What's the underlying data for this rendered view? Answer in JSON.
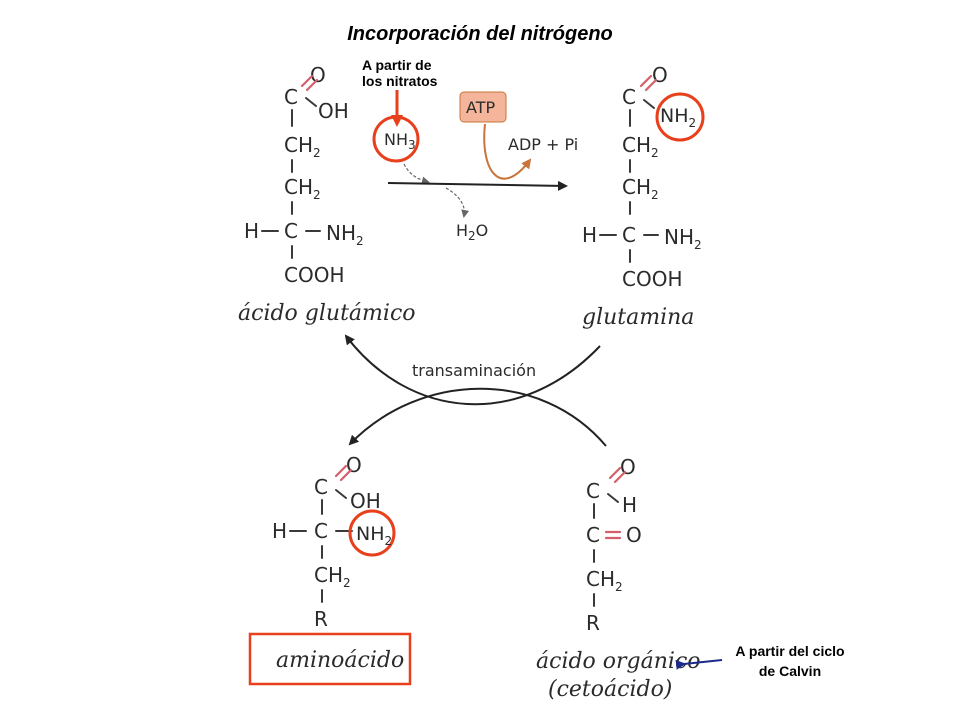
{
  "title": "Incorporación del nitrógeno",
  "notes": {
    "nitrates_line1": "A partir de",
    "nitrates_line2": "los nitratos",
    "calvin_line1": "A partir del ciclo",
    "calvin_line2": "de Calvin"
  },
  "molecules": {
    "glutamic": {
      "name": "ácido glutámico",
      "o_top": "O",
      "c_carboxyl": "C",
      "oh": "OH",
      "ch2_a": "CH",
      "ch2_a_sub": "2",
      "ch2_b": "CH",
      "ch2_b_sub": "2",
      "h": "H",
      "c_alpha": "C",
      "nh2": "NH",
      "nh2_sub": "2",
      "cooh": "COOH"
    },
    "glutamine": {
      "name": "glutamina",
      "o_top": "O",
      "c_carboxyl": "C",
      "nh2_amide": "NH",
      "nh2_amide_sub": "2",
      "ch2_a": "CH",
      "ch2_a_sub": "2",
      "ch2_b": "CH",
      "ch2_b_sub": "2",
      "h": "H",
      "c_alpha": "C",
      "nh2": "NH",
      "nh2_sub": "2",
      "cooh": "COOH"
    },
    "aminoacid": {
      "name": "aminoácido",
      "o_top": "O",
      "c_carboxyl": "C",
      "oh": "OH",
      "h": "H",
      "c_alpha": "C",
      "nh2": "NH",
      "nh2_sub": "2",
      "ch2": "CH",
      "ch2_sub": "2",
      "r": "R"
    },
    "ketoacid": {
      "name_line1": "ácido orgánico",
      "name_line2": "(cetoácido)",
      "o_top": "O",
      "c_carbonyl": "C",
      "h": "H",
      "c_keto": "C",
      "o_keto": "O",
      "ch2": "CH",
      "ch2_sub": "2",
      "r": "R"
    }
  },
  "reaction": {
    "nh3": "NH",
    "nh3_sub": "3",
    "atp": "ATP",
    "adp_pi": "ADP + Pi",
    "h2o_h": "H",
    "h2o_sub": "2",
    "h2o_o": "O",
    "transamination": "transaminación"
  },
  "colors": {
    "highlight_red": "#e8401c",
    "atp_box": "#f4b59a",
    "atp_arrow": "#c8743a",
    "calvin_arrow": "#1c2a8c",
    "double_bond": "#d45f6a"
  }
}
